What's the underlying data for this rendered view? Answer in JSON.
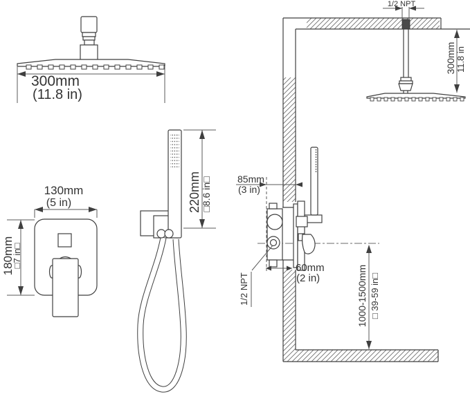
{
  "colors": {
    "line": "#3f3f3f",
    "dimension": "#585858",
    "text": "#333333",
    "hatch": "#707070",
    "ferrule_fill": "#4a4a4a",
    "background": "#ffffff"
  },
  "front_views": {
    "shower_head": {
      "width_mm": "300mm",
      "width_in": "(11.8 in)"
    },
    "valve": {
      "width_mm": "130mm",
      "width_in": "(5 in)",
      "height_mm": "180mm",
      "height_in": "□7 in□"
    },
    "hand_shower": {
      "length_mm": "220mm",
      "length_in": "□8.6 in□"
    }
  },
  "side_view": {
    "ceiling_thread": "1/2 NPT",
    "arm_drop_mm": "300mm",
    "arm_drop_in": "11.8 in",
    "valve_offset_mm": "85mm",
    "valve_offset_in": "(3 in)",
    "valve_depth_mm": "60mm",
    "valve_depth_in": "(2 in)",
    "valve_thread": "1/2 NPT",
    "mount_height_mm": "1000-1500mm",
    "mount_height_in": "□ 39-59 in□"
  }
}
